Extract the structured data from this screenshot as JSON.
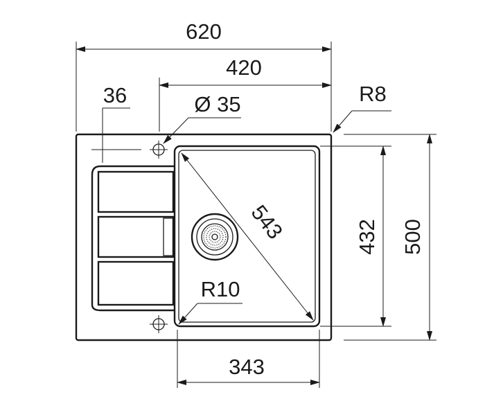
{
  "dimensions": {
    "overall_width": "620",
    "bowl_offset_width": "420",
    "tap_hole_offset": "36",
    "tap_hole_diameter": "Ø 35",
    "corner_radius_outer": "R8",
    "diagonal": "543",
    "corner_radius_inner": "R10",
    "bowl_depth": "432",
    "overall_depth": "500",
    "bowl_width": "343"
  }
}
